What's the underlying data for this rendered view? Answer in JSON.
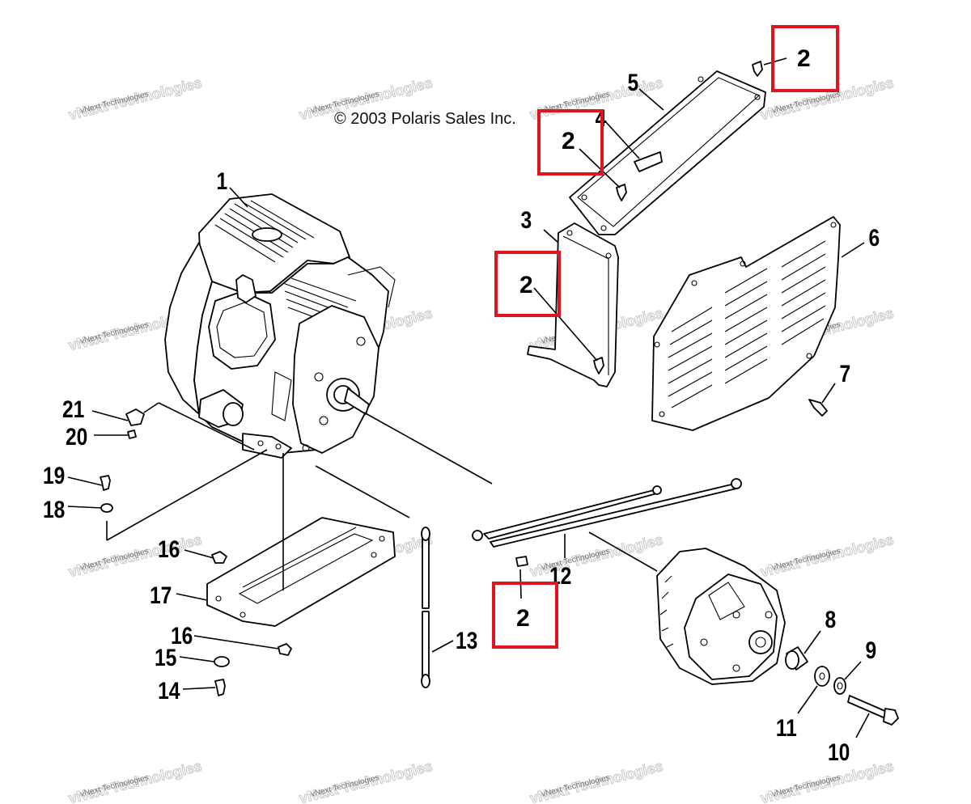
{
  "copyright": "© 2003 Polaris Sales Inc.",
  "watermark": {
    "small": "vNext Technologies",
    "large": "vNext Technologies"
  },
  "callouts": {
    "c1": "1",
    "c2": "2",
    "c3": "3",
    "c4": "4",
    "c5": "5",
    "c6": "6",
    "c7": "7",
    "c8": "8",
    "c9": "9",
    "c10": "10",
    "c11": "11",
    "c12": "12",
    "c13": "13",
    "c14": "14",
    "c15": "15",
    "c16a": "16",
    "c16b": "16",
    "c17": "17",
    "c18": "18",
    "c19": "19",
    "c20": "20",
    "c21": "21"
  },
  "highlights": [
    {
      "label": "2"
    },
    {
      "label": "2"
    },
    {
      "label": "2"
    },
    {
      "label": "2"
    }
  ],
  "colors": {
    "highlight": "#e0141e",
    "line": "#000000",
    "watermark": "#c8c8c8"
  }
}
